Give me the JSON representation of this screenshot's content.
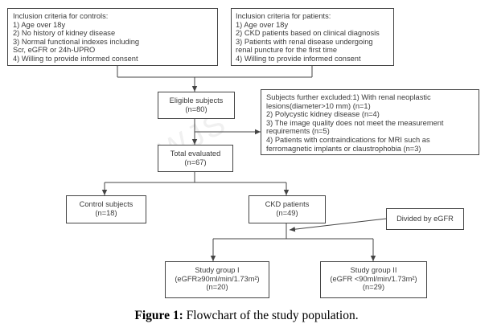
{
  "boxes": {
    "controls_criteria": {
      "lines": [
        "Inclusion criteria for controls:",
        "1) Age over 18y",
        "2) No history of kidney disease",
        "3) Normal functional indexes including",
        "Scr, eGFR or 24h-UPRO",
        "4) Willing to provide informed consent"
      ]
    },
    "patients_criteria": {
      "lines": [
        "Inclusion criteria for patients:",
        "1) Age over 18y",
        "2) CKD patients based on clinical diagnosis",
        "3) Patients with renal disease undergoing",
        "renal puncture for the first time",
        "4) Willing to provide informed consent"
      ]
    },
    "eligible": {
      "lines": [
        "Eligible subjects",
        "(n=80)"
      ]
    },
    "excluded": {
      "lines": [
        "Subjects further excluded:1) With renal neoplastic",
        "lesions(diameter>10 mm) (n=1)",
        "2) Polycystic kidney disease (n=4)",
        "3) The image quality does not meet the measurement",
        "requirements (n=5)",
        "4) Patients with contraindications for MRI such as",
        "ferromagnetic implants or claustrophobia (n=3)"
      ]
    },
    "total": {
      "lines": [
        "Total evaluated",
        "(n=67)"
      ]
    },
    "control": {
      "lines": [
        "Control subjects",
        "(n=18)"
      ]
    },
    "ckd": {
      "lines": [
        "CKD patients",
        "(n=49)"
      ]
    },
    "divided": {
      "lines": [
        "Divided by eGFR"
      ]
    },
    "group1": {
      "lines": [
        "Study group I",
        "(eGFR≥90ml/min/1.73m²)",
        "(n=20)"
      ]
    },
    "group2": {
      "lines": [
        "Study group II",
        "(eGFR <90ml/min/1.73m²)",
        "(n=29)"
      ]
    }
  },
  "caption": {
    "label": "Figure 1:",
    "text": " Flowchart of the study population."
  },
  "colors": {
    "line": "#444444",
    "text": "#3a3a3a"
  }
}
